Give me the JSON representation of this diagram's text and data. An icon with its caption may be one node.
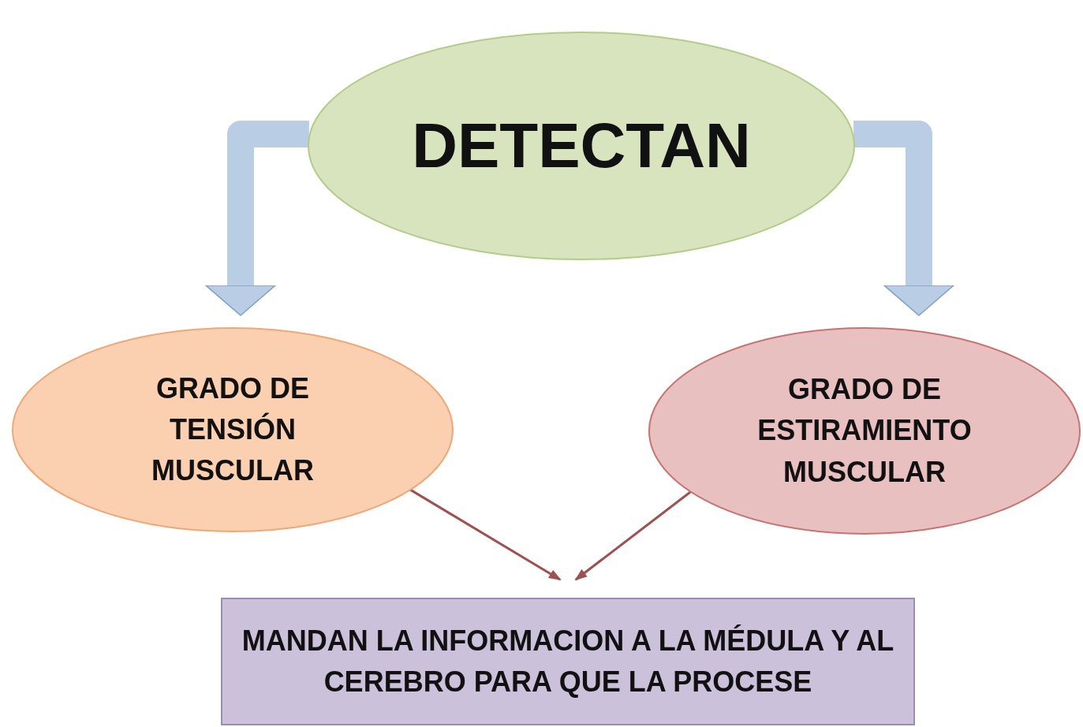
{
  "diagram": {
    "nodes": [
      {
        "text": [
          "DETECTAN"
        ]
      },
      {
        "text": [
          "GRADO DE TENSIÓN MUSCULAR"
        ]
      },
      {
        "text": [
          "GRADO DE ESTIRAMIENTO MUSCULAR"
        ]
      },
      {
        "text": [
          "MANDAN LA INFORMACION A LA MÉDULA Y AL CEREBRO PARA QUE LA PROCESE"
        ]
      }
    ],
    "edges": [
      {
        "from": 0,
        "to": 1,
        "arrow": "to",
        "style": "thick",
        "color": "#b9cde5"
      },
      {
        "from": 0,
        "to": 2,
        "arrow": "to",
        "style": "thick",
        "color": "#b9cde5"
      },
      {
        "from": 1,
        "to": 3,
        "arrow": "to",
        "color": "#a0504d"
      },
      {
        "from": 2,
        "to": 3,
        "arrow": "to",
        "color": "#a0504d"
      }
    ]
  }
}
